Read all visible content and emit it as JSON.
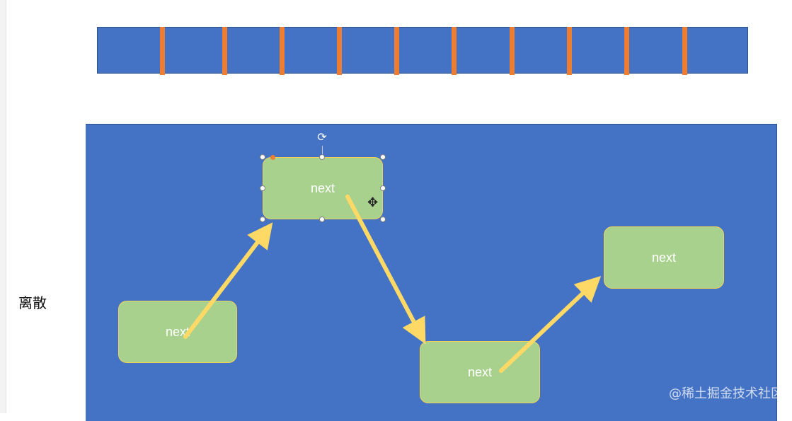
{
  "side_label": "离散",
  "nodes": [
    {
      "label": "next"
    },
    {
      "label": "next"
    },
    {
      "label": "next"
    },
    {
      "label": "next"
    }
  ],
  "watermark": "@稀土掘金技术社区",
  "colors": {
    "background": "#ffffff",
    "blue": "#4472c4",
    "orange": "#ed7d31",
    "node_fill": "#a9d18e",
    "node_border": "#f2d255",
    "arrow": "#ffd966"
  },
  "icons": {
    "rotate": "rotate-icon",
    "cursor": "move-cursor-icon"
  }
}
